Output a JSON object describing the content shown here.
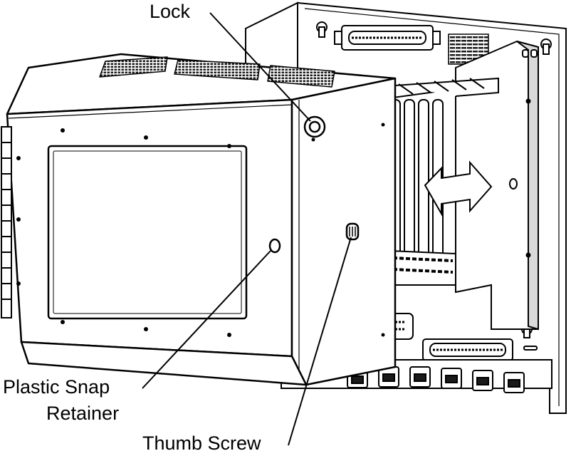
{
  "labels": {
    "lock": "Lock",
    "plastic_snap_line1": "Plastic Snap",
    "plastic_snap_line2": "Retainer",
    "thumb_screw": "Thumb Screw"
  },
  "components": {
    "enclosure": "hinged-front-enclosure",
    "chassis": "card-cage-chassis",
    "motion": "double-arrow-slide"
  },
  "colors": {
    "line": "#000000",
    "background": "#ffffff",
    "shade": "#d9d9d9",
    "vent": "#1a1a1a"
  }
}
